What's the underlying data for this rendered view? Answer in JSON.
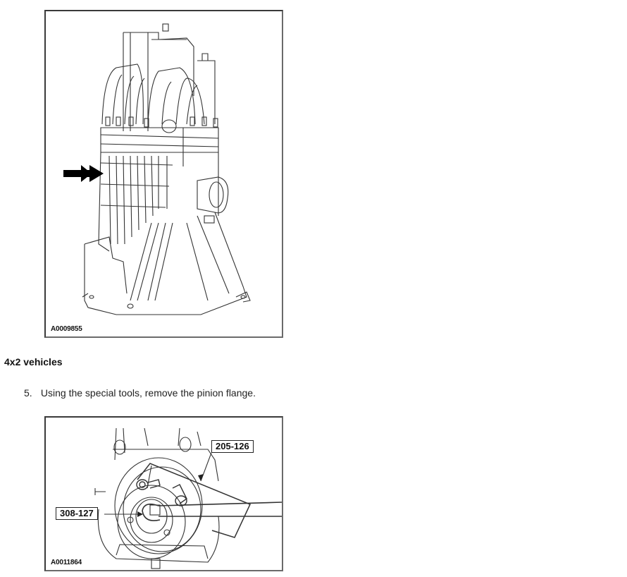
{
  "figures": [
    {
      "id_label": "A0009855",
      "subject": "transfer case housing with arrow indicator",
      "icons": [
        "arrow-right-icon"
      ]
    },
    {
      "id_label": "A0011864",
      "subject": "pinion flange removal with special tools",
      "callouts": [
        "205-126",
        "308-127"
      ]
    }
  ],
  "section": {
    "heading": "4x2 vehicles"
  },
  "steps": [
    {
      "number": "5.",
      "text": "Using the special tools, remove the pinion flange."
    }
  ]
}
